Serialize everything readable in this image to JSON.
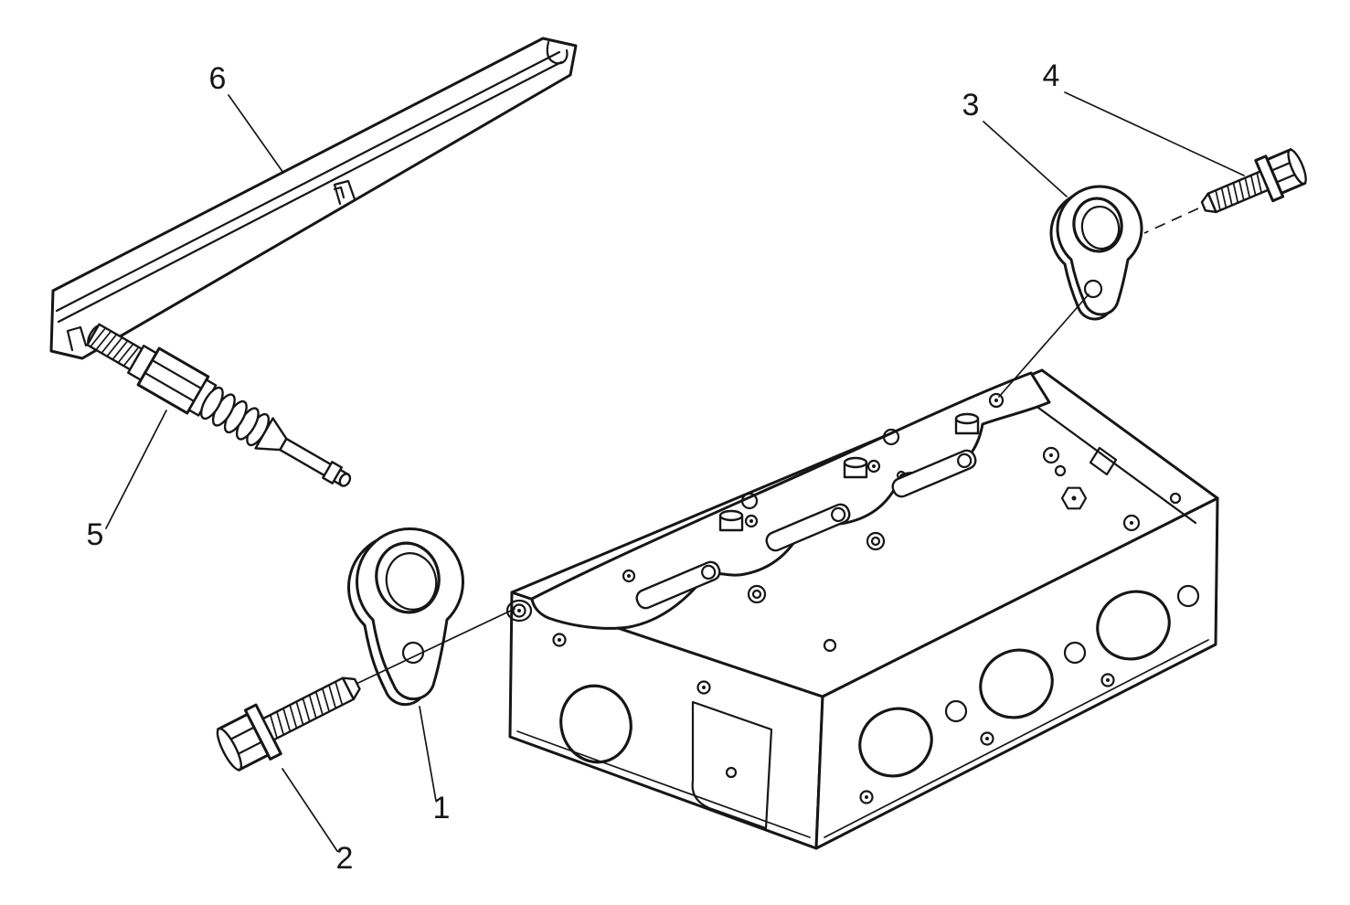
{
  "diagram": {
    "type": "exploded-parts-diagram",
    "subject": "engine-cylinder-head",
    "colors": {
      "background": "#ffffff",
      "line": "#161616"
    },
    "callouts": {
      "n1": "1",
      "n2": "2",
      "n3": "3",
      "n4": "4",
      "n5": "5",
      "n6": "6"
    },
    "parts": {
      "1": "lifting-eye-front",
      "2": "hex-flange-bolt-front",
      "3": "lifting-eye-rear",
      "4": "hex-flange-bolt-rear",
      "5": "glow-plug",
      "6": "glow-plug-connector-rail"
    }
  }
}
